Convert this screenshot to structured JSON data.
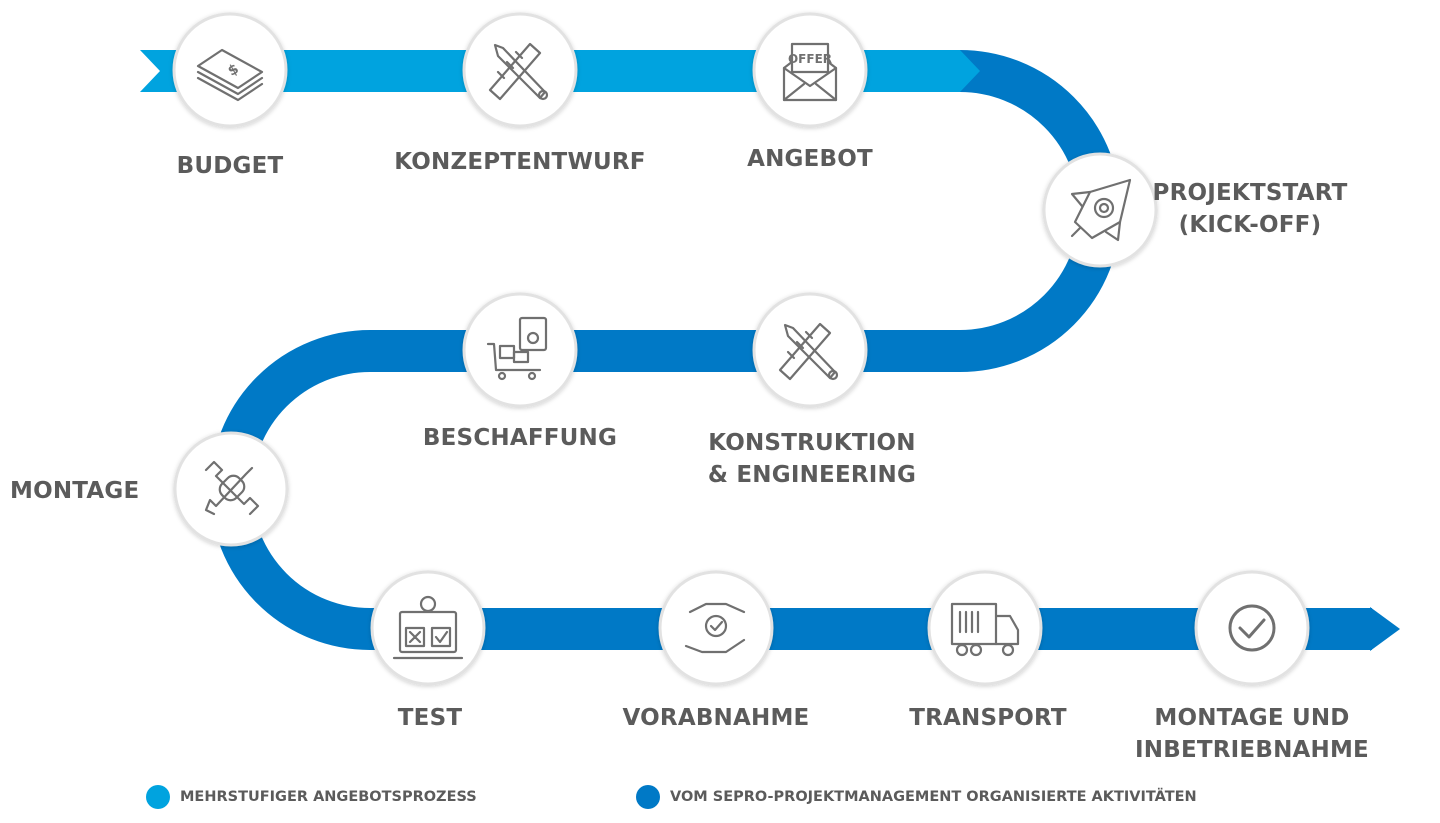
{
  "colors": {
    "light_blue": "#00a3df",
    "dark_blue": "#0079c6",
    "text": "#5b5b5b",
    "icon": "#707070"
  },
  "steps": [
    {
      "label": "BUDGET",
      "icon": "money-stack-icon"
    },
    {
      "label": "KONZEPTENTWURF",
      "icon": "pencil-ruler-icon"
    },
    {
      "label": "ANGEBOT",
      "icon": "offer-envelope-icon",
      "icon_text": "OFFER"
    },
    {
      "label_line1": "PROJEKTSTART",
      "label_line2": "(KICK-OFF)",
      "icon": "rocket-icon"
    },
    {
      "label_line1": "KONSTRUKTION",
      "label_line2": "& ENGINEERING",
      "icon": "pencil-ruler-icon"
    },
    {
      "label": "BESCHAFFUNG",
      "icon": "procurement-cart-icon"
    },
    {
      "label": "MONTAGE",
      "icon": "wrench-assembly-icon"
    },
    {
      "label": "TEST",
      "icon": "test-laptop-icon"
    },
    {
      "label": "VORABNAHME",
      "icon": "hand-check-icon"
    },
    {
      "label": "TRANSPORT",
      "icon": "truck-icon"
    },
    {
      "label_line1": "MONTAGE UND",
      "label_line2": "INBETRIEBNAHME",
      "icon": "check-circle-icon"
    }
  ],
  "legend": [
    {
      "label": "MEHRSTUFIGER ANGEBOTSPROZESS",
      "color": "#00a3df"
    },
    {
      "label": "VOM SEPRO-PROJEKTMANAGEMENT ORGANISIERTE AKTIVITÄTEN",
      "color": "#0079c6"
    }
  ]
}
